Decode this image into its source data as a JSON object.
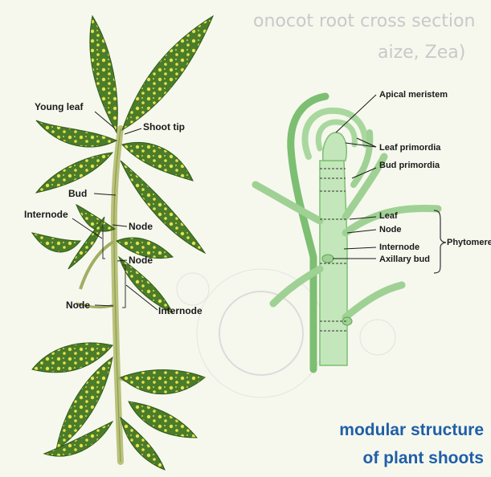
{
  "background_text": {
    "line1": "onocot root cross section",
    "line2": "aize, Zea)"
  },
  "plant_labels": {
    "young_leaf": "Young leaf",
    "shoot_tip": "Shoot tip",
    "bud": "Bud",
    "internode_upper": "Internode",
    "node_upper": "Node",
    "node_middle": "Node",
    "node_lower": "Node",
    "internode_lower": "Internode"
  },
  "schematic_labels": {
    "apical_meristem": "Apical meristem",
    "leaf_primordia": "Leaf primordia",
    "bud_primordia": "Bud primordia",
    "leaf": "Leaf",
    "node": "Node",
    "internode": "Internode",
    "axillary_bud": "Axillary bud",
    "phytomere": "Phytomere"
  },
  "caption": {
    "line1": "modular structure",
    "line2": "of plant shoots"
  },
  "colors": {
    "leaf_green": "#4f7f2c",
    "leaf_spot": "#e8e34a",
    "stem": "#b9c27a",
    "schematic_fill": "#c4e6bb",
    "schematic_stroke": "#7cbf72",
    "caption": "#1f5fa8"
  }
}
